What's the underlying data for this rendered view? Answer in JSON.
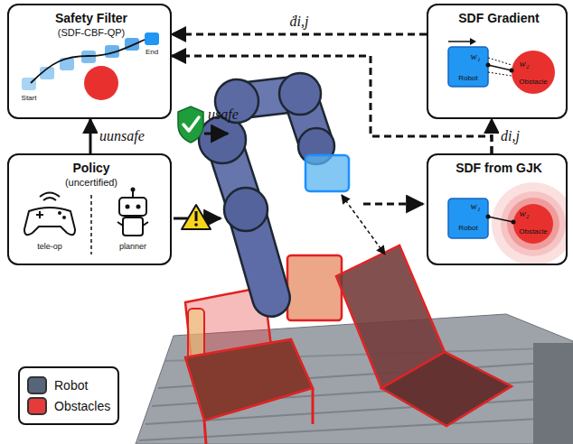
{
  "diagram": {
    "nodes": [
      {
        "text": [
          "Safety Filter",
          "(SDF-CBF-QP)",
          "Start",
          "End"
        ]
      },
      {
        "text": [
          "SDF Gradient",
          "w₁",
          "w₂",
          "Robot",
          "Obstacle"
        ]
      },
      {
        "text": [
          "Policy",
          "(uncertified)",
          "tele-op",
          "planner"
        ]
      },
      {
        "text": [
          "SDF from GJK",
          "w₁",
          "w₂",
          "Robot",
          "Obstacle"
        ]
      }
    ],
    "edges": [
      {
        "from": 1,
        "to": 0,
        "arrow": "to",
        "label": "ḋi,j"
      },
      {
        "from": 3,
        "to": 1,
        "arrow": "to",
        "label": "di,j"
      },
      {
        "from": 3,
        "to": 0,
        "arrow": "to"
      },
      {
        "from": 2,
        "to": 0,
        "arrow": "to",
        "label": "uunsafe"
      }
    ],
    "labels": [
      "usafe"
    ],
    "legend": [
      {
        "text": "Robot",
        "color": "#56657a"
      },
      {
        "text": "Obstacles",
        "color": "#e63b3b"
      }
    ]
  }
}
